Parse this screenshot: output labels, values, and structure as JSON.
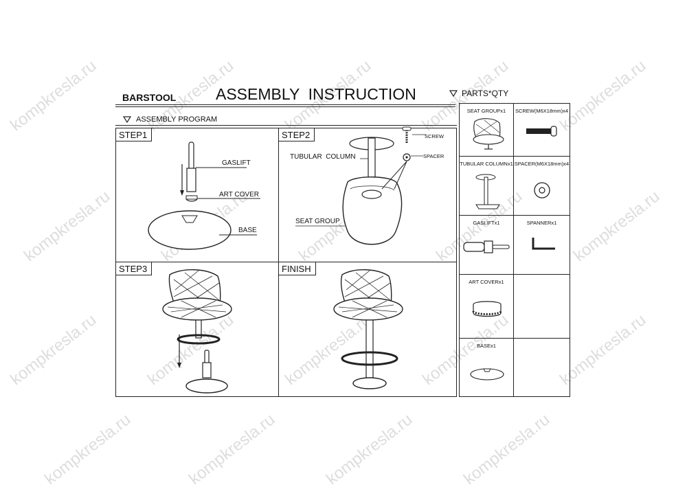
{
  "header": {
    "product": "BARSTOOL",
    "title": "ASSEMBLY  INSTRUCTION",
    "parts_heading": "PARTS*QTY",
    "program_heading": "ASSEMBLY PROGRAM"
  },
  "steps": {
    "step1": {
      "label": "STEP1",
      "gaslift": "GASLIFT",
      "art_cover": "ART COVER",
      "base": "BASE"
    },
    "step2": {
      "label": "STEP2",
      "screw": "SCREW",
      "spacer": "SPACER",
      "tubular_column": "TUBULAR  COLUMN",
      "seat_group": "SEAT GROUP"
    },
    "step3": {
      "label": "STEP3"
    },
    "finish": {
      "label": "FINISH"
    }
  },
  "parts": [
    {
      "label": "SEAT GROUPx1",
      "icon": "seat-group-icon"
    },
    {
      "label": "SCREW(M6X18mm)x4",
      "icon": "screw-icon"
    },
    {
      "label": "TUBULAR  COLUMNx1",
      "icon": "tubular-column-icon"
    },
    {
      "label": "SPACER(M6X18mm)x4",
      "icon": "spacer-icon"
    },
    {
      "label": "GASLIFTx1",
      "icon": "gaslift-icon"
    },
    {
      "label": "SPANNERx1",
      "icon": "spanner-icon"
    },
    {
      "label": "ART COVERx1",
      "icon": "art-cover-icon"
    },
    {
      "label": "",
      "icon": ""
    },
    {
      "label": "BASEx1",
      "icon": "base-icon"
    },
    {
      "label": "",
      "icon": ""
    }
  ],
  "watermark": "kompkresla.ru"
}
